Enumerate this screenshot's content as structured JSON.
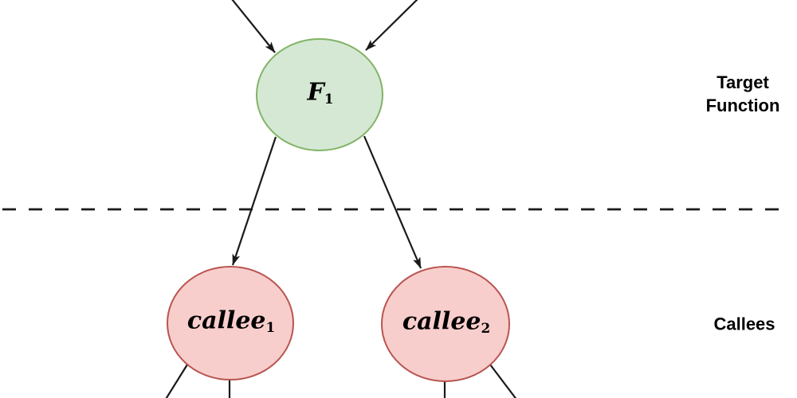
{
  "diagram": {
    "nodes": {
      "target_function": {
        "base": "F",
        "sub": "1"
      },
      "callee1": {
        "base": "callee",
        "sub": "1"
      },
      "callee2": {
        "base": "callee",
        "sub": "2"
      }
    },
    "section_labels": {
      "target_function": [
        "Target",
        "Function"
      ],
      "callees": "Callees"
    },
    "colors": {
      "target_fill": "#d5e8d4",
      "target_stroke": "#82b366",
      "callee_fill": "#f8cecc",
      "callee_stroke": "#b85450",
      "line_color": "#1a1a1a",
      "label_color": "#000000"
    }
  }
}
